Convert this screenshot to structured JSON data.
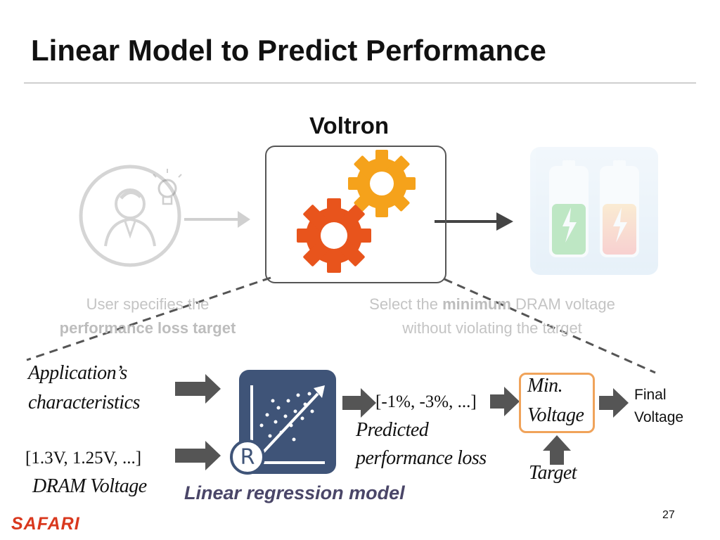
{
  "slide": {
    "title": "Linear Model to Predict Performance",
    "page_number": "27",
    "logo": "SAFARI"
  },
  "voltron": {
    "label": "Voltron",
    "gear_colors": {
      "top": "#f5a21b",
      "bottom": "#e8541c"
    }
  },
  "user": {
    "line1": "User specifies the",
    "line2": "performance loss target",
    "icons": [
      "user-icon",
      "lightbulb-icon"
    ]
  },
  "select": {
    "line1_pre": "Select the ",
    "line1_bold": "minimum",
    "line1_post": " DRAM voltage",
    "line2": "without violating the target"
  },
  "battery": {
    "icon": "battery-icon"
  },
  "inputs": {
    "app_line1": "Application’s",
    "app_line2": "characteristics",
    "voltage_values": "[1.3V, 1.25V, ...]",
    "voltage_label": "DRAM Voltage"
  },
  "model": {
    "label": "Linear regression model",
    "icon_letter": "R"
  },
  "outputs": {
    "loss_values": "[-1%, -3%, ...]",
    "loss_line1": "Predicted",
    "loss_line2": "performance loss",
    "min_line1": "Min.",
    "min_line2": "Voltage",
    "target": "Target",
    "final_line1": "Final",
    "final_line2": "Voltage"
  },
  "colors": {
    "model_box": "#3f5478",
    "min_box_border": "#f0a35a",
    "arrow": "#555555",
    "faded": "#c4c4c4",
    "logo": "#d9381e"
  }
}
